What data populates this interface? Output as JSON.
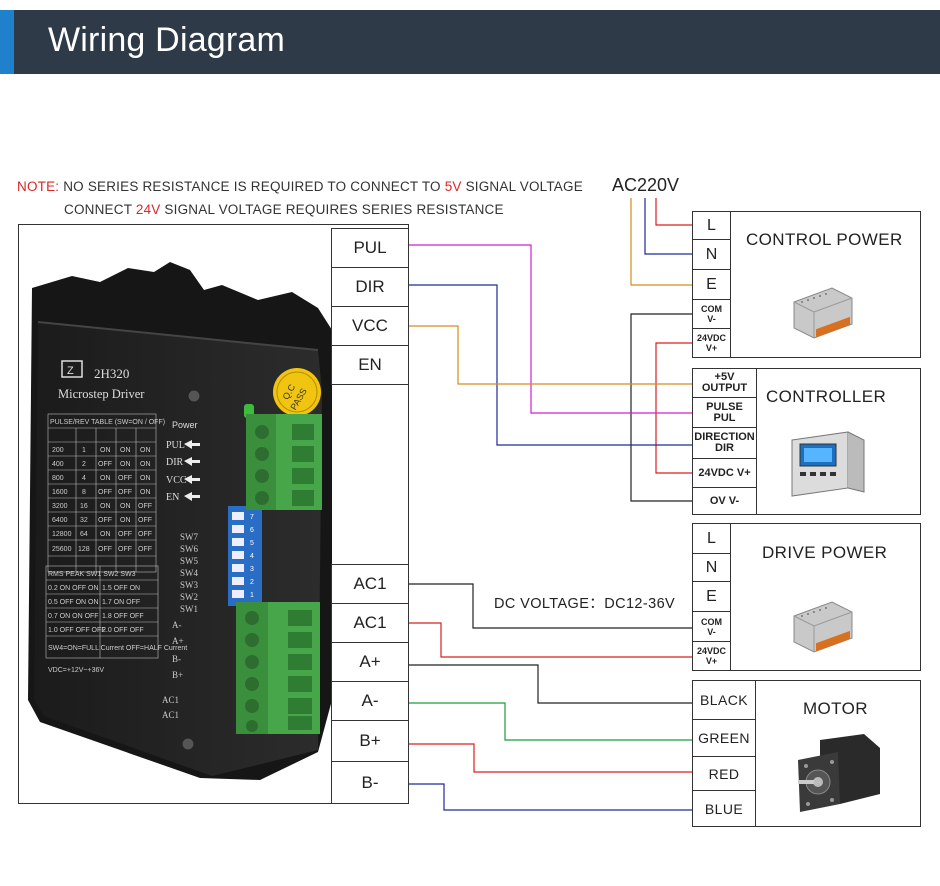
{
  "header": {
    "title": "Wiring Diagram"
  },
  "note": {
    "prefix": "NOTE:",
    "line1_a": " NO SERIES RESISTANCE IS REQUIRED TO CONNECT TO ",
    "line1_highlight": "5V",
    "line1_b": " SIGNAL VOLTAGE",
    "line2_a": "CONNECT ",
    "line2_highlight": "24V",
    "line2_b": " SIGNAL VOLTAGE REQUIRES  SERIES RESISTANCE"
  },
  "ac_input": "AC220V",
  "dc_voltage": "DC VOLTAGE：DC12-36V",
  "driver": {
    "model": "2H320",
    "subtitle": "Microstep Driver",
    "qc": "Q.C PASS",
    "power_label": "Power",
    "signal_terms": [
      "PUL",
      "DIR",
      "VCC",
      "EN"
    ],
    "power_terms": [
      "AC1",
      "AC1",
      "A+",
      "A-",
      "B+",
      "B-"
    ],
    "switch_labels": [
      "SW7",
      "SW6",
      "SW5",
      "SW4",
      "SW3",
      "SW2",
      "SW1"
    ],
    "side_labels": [
      "PUL",
      "DIR",
      "VCC",
      "EN"
    ],
    "motor_side_labels": [
      "A-",
      "A+",
      "B-",
      "B+"
    ],
    "ac_side_labels": [
      "AC1",
      "AC1"
    ]
  },
  "control_power": {
    "title": "CONTROL POWER",
    "terms": [
      "L",
      "N",
      "E"
    ],
    "com": [
      "COM",
      "V-"
    ],
    "vdc": [
      "24VDC",
      "V+"
    ]
  },
  "controller": {
    "title": "CONTROLLER",
    "rows": [
      [
        "+5V",
        "OUTPUT"
      ],
      [
        "PULSE",
        "PUL"
      ],
      [
        "DIRECTION",
        "DIR"
      ],
      [
        "24VDC V+"
      ],
      [
        "OV V-"
      ]
    ]
  },
  "drive_power": {
    "title": "DRIVE POWER",
    "terms": [
      "L",
      "N",
      "E"
    ],
    "com": [
      "COM",
      "V-"
    ],
    "vdc": [
      "24VDC",
      "V+"
    ]
  },
  "motor": {
    "title": "MOTOR",
    "wires": [
      "BLACK",
      "GREEN",
      "RED",
      "BLUE"
    ]
  },
  "colors": {
    "header_bg": "#2f3a48",
    "accent": "#1f80cc",
    "highlight": "#d8282a",
    "wire_red": "#d9201f",
    "wire_blue": "#1d2a9a",
    "wire_orange": "#d68a22",
    "wire_magenta": "#d21fd0",
    "wire_green": "#1c9a3a",
    "wire_black": "#222222",
    "terminal_green": "#47a54a"
  }
}
